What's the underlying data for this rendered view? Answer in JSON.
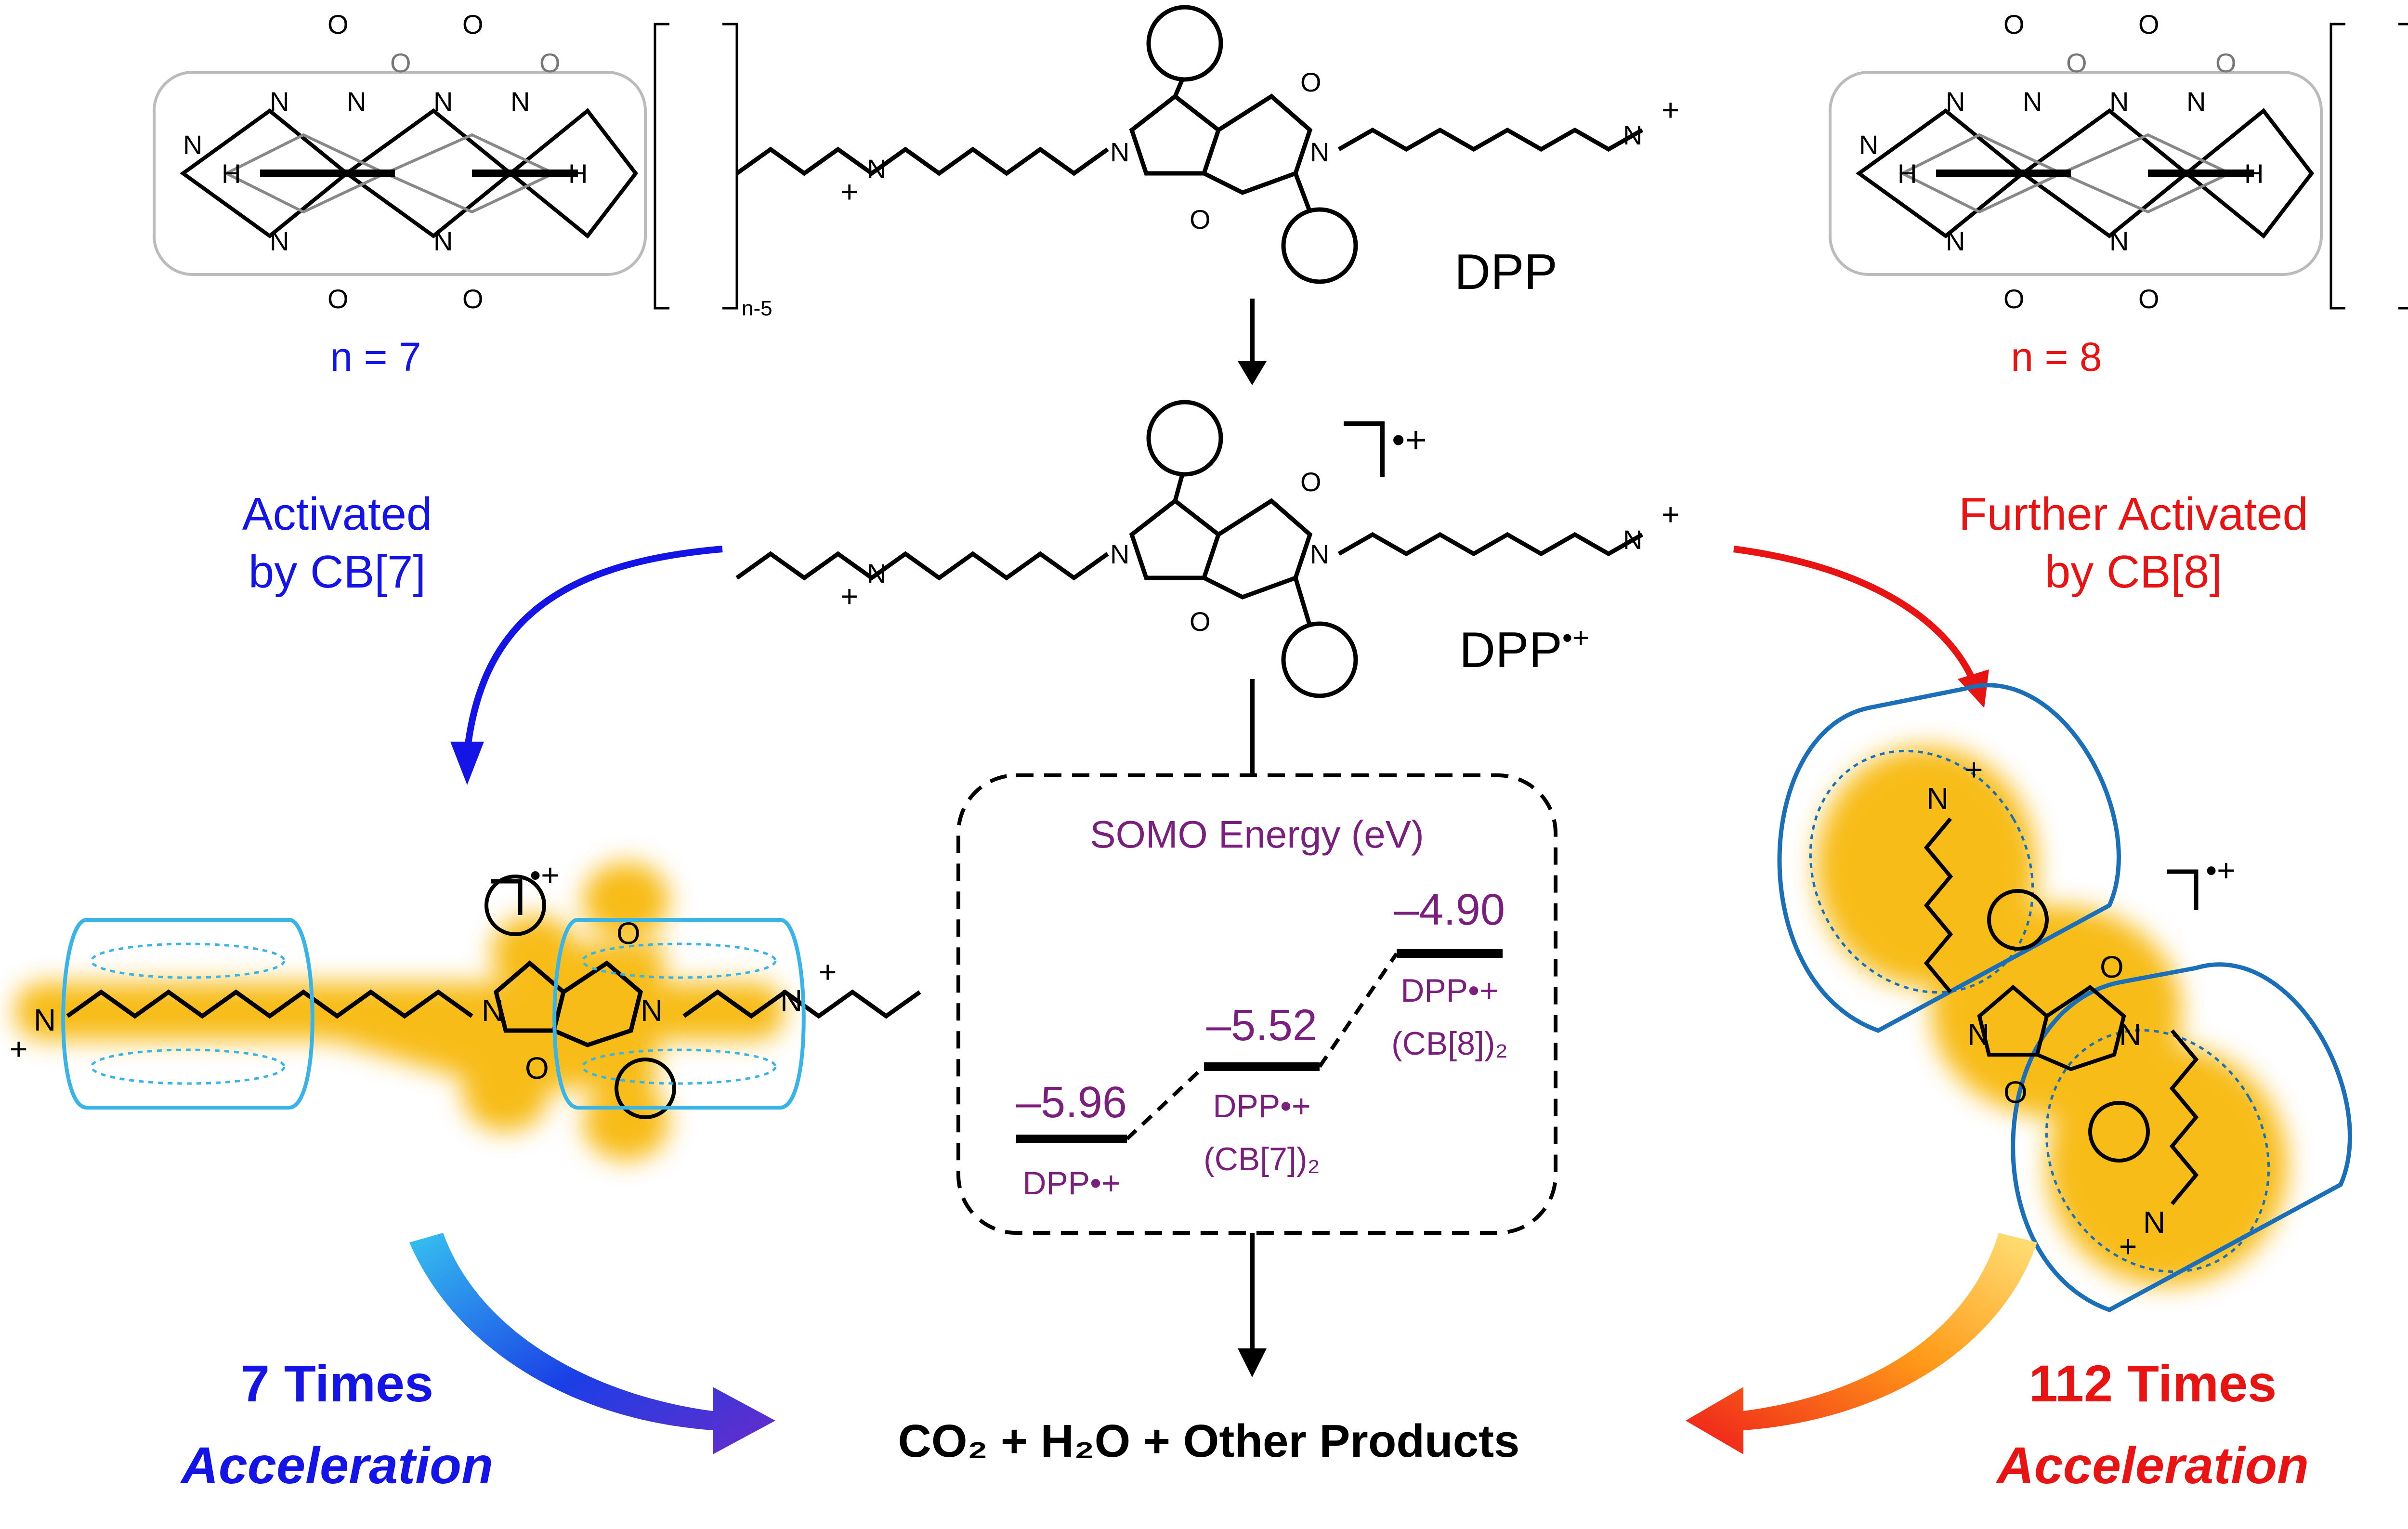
{
  "labels": {
    "n7": "n = 7",
    "n8": "n = 8",
    "bracket_sub": "n-5",
    "dpp": "DPP",
    "dpp_radical": "DPP",
    "radical_sup": "•+",
    "activated_cb7_line1": "Activated",
    "activated_cb7_line2": "by CB[7]",
    "activated_cb8_line1": "Further Activated",
    "activated_cb8_line2": "by CB[8]",
    "accel7_line1": "7 Times",
    "accel7_line2": "Acceleration",
    "accel112_line1": "112 Times",
    "accel112_line2": "Acceleration",
    "products": "CO₂  +  H₂O  +  Other Products"
  },
  "somo": {
    "title": "SOMO Energy (eV)",
    "levels": [
      {
        "value": "–5.96",
        "label_line1": "DPP•+",
        "label_line2": ""
      },
      {
        "value": "–5.52",
        "label_line1": "DPP•+",
        "label_line2": "(CB[7])₂"
      },
      {
        "value": "–4.90",
        "label_line1": "DPP•+",
        "label_line2": "(CB[8])₂"
      }
    ]
  },
  "colors": {
    "blue": "#1414e6",
    "red": "#e81414",
    "purple": "#7b1f7f",
    "cb7_host": "#3ab3e6",
    "cb8_host": "#1a6fb8",
    "glow": "#f7b500",
    "gold": "#f2a800"
  },
  "atoms": {
    "N": "N",
    "O": "O",
    "H": "H"
  }
}
